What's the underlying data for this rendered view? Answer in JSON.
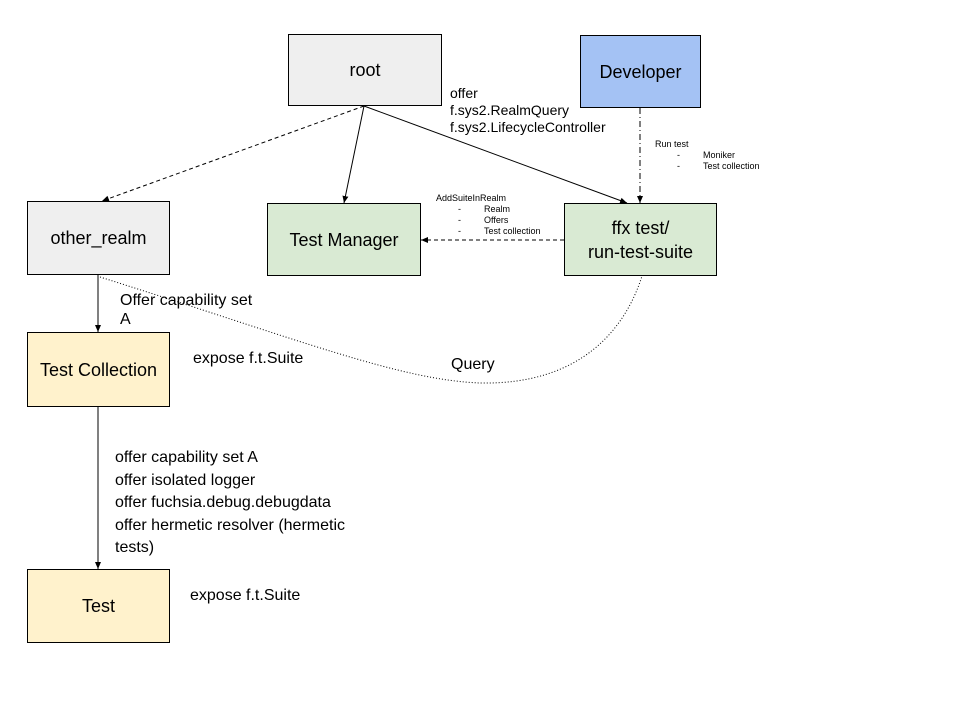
{
  "nodes": {
    "root": "root",
    "developer": "Developer",
    "other_realm": "other_realm",
    "test_manager": "Test Manager",
    "ffx_line1": "ffx test/",
    "ffx_line2": "run-test-suite",
    "test_collection": "Test Collection",
    "test": "Test"
  },
  "edges": {
    "root_to_ffx": {
      "lines": [
        "offer",
        "f.sys2.RealmQuery",
        "f.sys2.LifecycleController"
      ]
    },
    "developer_to_ffx": {
      "title": "Run test",
      "items": [
        "Moniker",
        "Test collection"
      ]
    },
    "ffx_to_test_manager": {
      "title": "AddSuiteInRealm",
      "items": [
        "Realm",
        "Offers",
        "Test collection"
      ]
    },
    "other_realm_to_collection": {
      "lines": [
        "Offer capability set",
        "A"
      ]
    },
    "collection_expose": "expose f.t.Suite",
    "query": "Query",
    "collection_to_test": {
      "lines": [
        "offer capability set A",
        "offer isolated logger",
        "offer fuchsia.debug.debugdata",
        "offer hermetic resolver (hermetic",
        "tests)"
      ]
    },
    "test_expose": "expose f.t.Suite"
  },
  "colors": {
    "grey": "#efefef",
    "blue": "#a4c2f4",
    "green": "#d9ead3",
    "yellow": "#fff2cc"
  }
}
